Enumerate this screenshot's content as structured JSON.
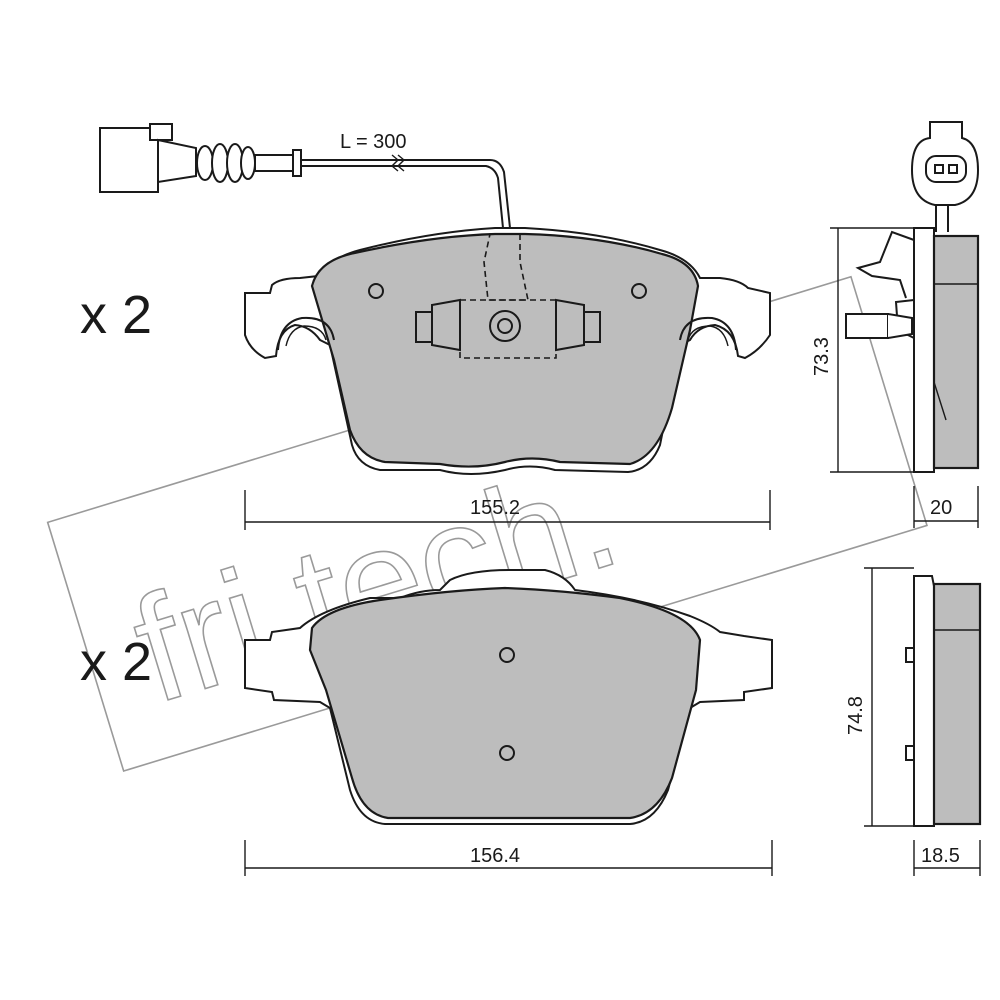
{
  "brand_watermark": {
    "text": "fri.tech."
  },
  "sensor": {
    "cable_length_label": "L = 300"
  },
  "pad_1": {
    "quantity_label": "x 2",
    "width_label": "155.2",
    "height_label": "73.3",
    "thickness_label": "20"
  },
  "pad_2": {
    "quantity_label": "x 2",
    "width_label": "156.4",
    "height_label": "74.8",
    "thickness_label": "18.5"
  },
  "colors": {
    "pad_fill": "#bdbdbd",
    "line": "#1a1a1a",
    "watermark": "#9a9a9a"
  }
}
